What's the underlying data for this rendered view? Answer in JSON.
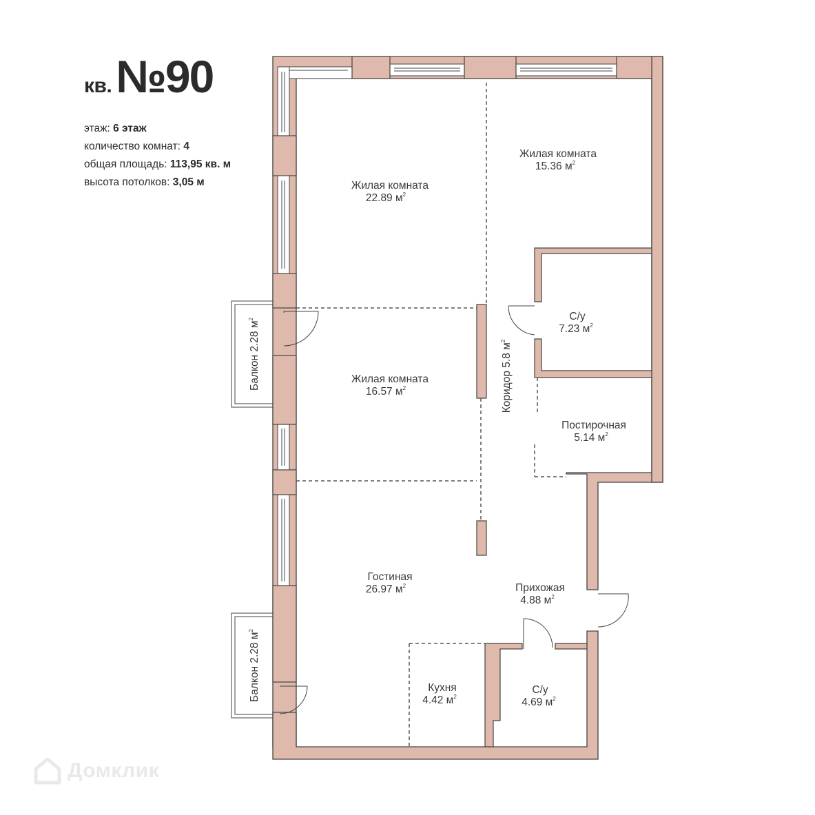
{
  "title": {
    "prefix": "кв.",
    "number": "№90"
  },
  "meta": [
    {
      "label": "этаж:",
      "value": "6 этаж"
    },
    {
      "label": "количество комнат:",
      "value": "4"
    },
    {
      "label": "общая площадь:",
      "value": "113,95 кв. м"
    },
    {
      "label": "высота потолков:",
      "value": "3,05 м"
    }
  ],
  "rooms": {
    "living1": {
      "name": "Жилая комната",
      "area": "22.89 м"
    },
    "living2": {
      "name": "Жилая комната",
      "area": "15.36 м"
    },
    "living3": {
      "name": "Жилая комната",
      "area": "16.57 м"
    },
    "bath1": {
      "name": "С/у",
      "area": "7.23 м"
    },
    "laundry": {
      "name": "Постирочная",
      "area": "5.14 м"
    },
    "corridor": {
      "name": "Коридор",
      "area": "5.8 м"
    },
    "lounge": {
      "name": "Гостиная",
      "area": "26.97 м"
    },
    "hall": {
      "name": "Прихожая",
      "area": "4.88 м"
    },
    "kitchen": {
      "name": "Кухня",
      "area": "4.42 м"
    },
    "bath2": {
      "name": "С/у",
      "area": "4.69 м"
    },
    "balcony1": {
      "name": "Балкон",
      "area": "2.28 м"
    },
    "balcony2": {
      "name": "Балкон",
      "area": "2.28 м"
    }
  },
  "superscript": "2",
  "watermark": "Домклик",
  "colors": {
    "wall": "#dfb9ab",
    "outline": "#444444",
    "text": "#2b2b2b",
    "watermark": "#e9e9e9"
  }
}
